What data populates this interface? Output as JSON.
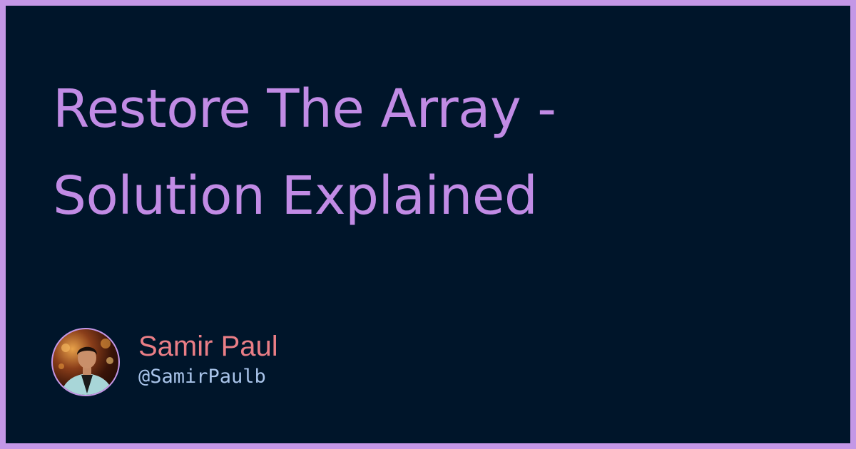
{
  "title": {
    "line1": "Restore The Array -",
    "line2": "Solution Explained"
  },
  "author": {
    "name": "Samir Paul",
    "handle": "@SamirPaulb"
  },
  "colors": {
    "border": "#c497e6",
    "background": "#00152a",
    "title": "#c18be5",
    "name": "#ea7e86",
    "handle": "#a9c4ea"
  }
}
